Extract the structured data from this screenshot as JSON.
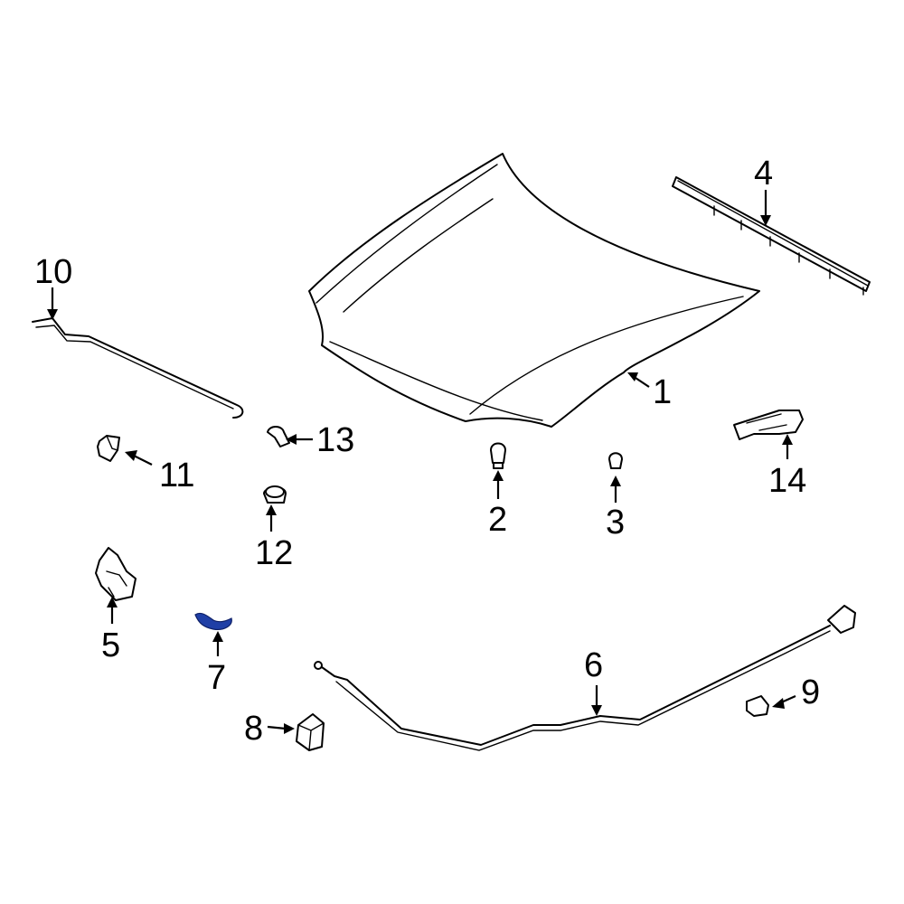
{
  "highlight_color": "#1f3fa6",
  "callouts": [
    {
      "id": "p1",
      "label": "1"
    },
    {
      "id": "p2",
      "label": "2"
    },
    {
      "id": "p3",
      "label": "3"
    },
    {
      "id": "p4",
      "label": "4"
    },
    {
      "id": "p5",
      "label": "5"
    },
    {
      "id": "p6",
      "label": "6"
    },
    {
      "id": "p7",
      "label": "7"
    },
    {
      "id": "p8",
      "label": "8"
    },
    {
      "id": "p9",
      "label": "9"
    },
    {
      "id": "p10",
      "label": "10"
    },
    {
      "id": "p11",
      "label": "11"
    },
    {
      "id": "p12",
      "label": "12"
    },
    {
      "id": "p13",
      "label": "13"
    },
    {
      "id": "p14",
      "label": "14"
    }
  ]
}
